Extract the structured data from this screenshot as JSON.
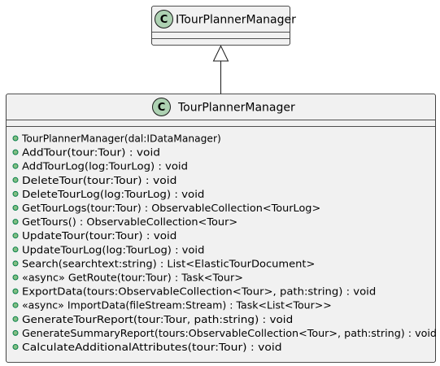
{
  "colors": {
    "class_fill": "#F1F1F1",
    "border": "#181818",
    "stereo_fill": "#ADD1B2",
    "method_marker": "#84BE84",
    "background": "#FFFFFF"
  },
  "interface_box": {
    "stereotype_letter": "C",
    "name": "ITourPlannerManager"
  },
  "class_box": {
    "stereotype_letter": "C",
    "name": "TourPlannerManager",
    "methods": [
      "TourPlannerManager(dal:IDataManager)",
      "AddTour(tour:Tour) : void",
      "AddTourLog(log:TourLog) : void",
      "DeleteTour(tour:Tour) : void",
      "DeleteTourLog(log:TourLog) : void",
      "GetTourLogs(tour:Tour) : ObservableCollection<TourLog>",
      "GetTours() : ObservableCollection<Tour>",
      "UpdateTour(tour:Tour) : void",
      "UpdateTourLog(log:TourLog) : void",
      "Search(searchtext:string) : List<ElasticTourDocument>",
      "«async» GetRoute(tour:Tour) : Task<Tour>",
      "ExportData(tours:ObservableCollection<Tour>, path:string) : void",
      "«async» ImportData(fileStream:Stream) : Task<List<Tour>>",
      "GenerateTourReport(tour:Tour, path:string) : void",
      "GenerateSummaryReport(tours:ObservableCollection<Tour>, path:string) : void",
      "CalculateAdditionalAttributes(tour:Tour) : void"
    ]
  },
  "relation": {
    "type": "inheritance"
  }
}
